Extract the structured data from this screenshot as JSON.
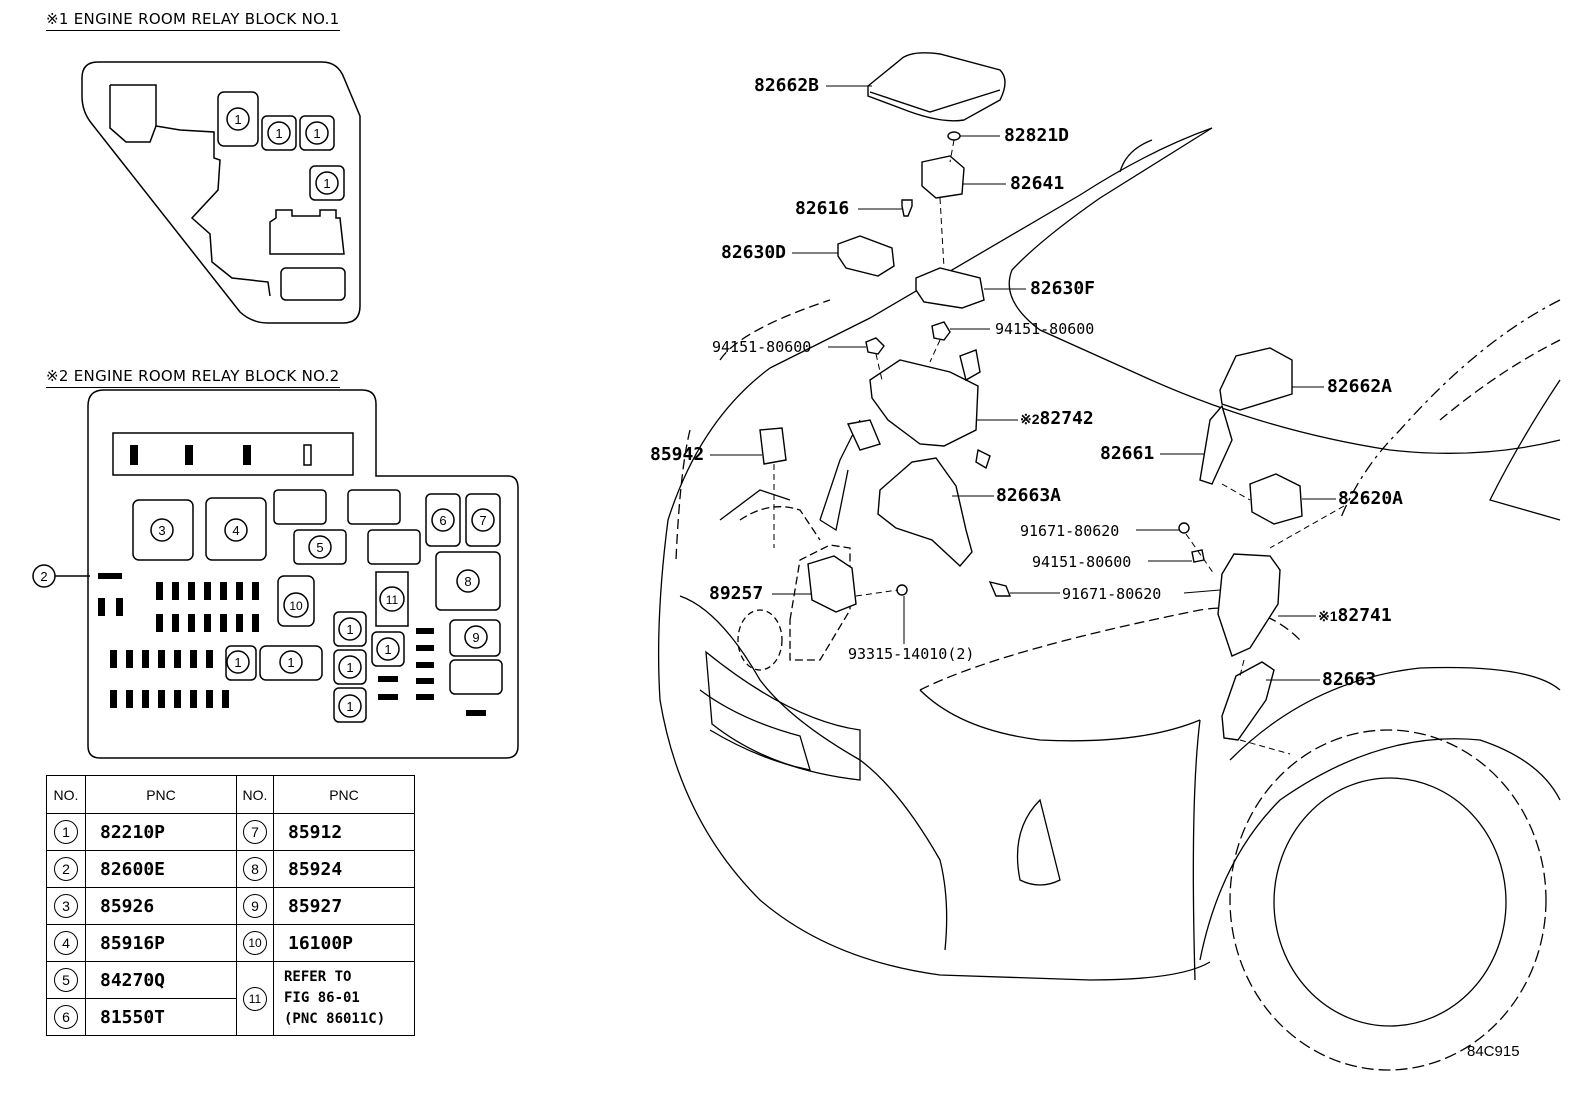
{
  "block1_title": "※1 ENGINE ROOM RELAY BLOCK NO.1",
  "block2_title": "※2 ENGINE ROOM RELAY BLOCK NO.2",
  "block1_numbers": [
    "1",
    "1",
    "1",
    "1"
  ],
  "block2_numbers": {
    "n3": "3",
    "n4": "4",
    "n5": "5",
    "n6": "6",
    "n7": "7",
    "n8": "8",
    "n9": "9",
    "n10": "10",
    "n11": "11",
    "n2": "2",
    "ones": [
      "1",
      "1",
      "1",
      "1",
      "1",
      "1"
    ]
  },
  "table": {
    "headers": [
      "NO.",
      "PNC",
      "NO.",
      "PNC"
    ],
    "left": [
      {
        "no": "1",
        "pnc": "82210P"
      },
      {
        "no": "2",
        "pnc": "82600E"
      },
      {
        "no": "3",
        "pnc": "85926"
      },
      {
        "no": "4",
        "pnc": "85916P"
      },
      {
        "no": "5",
        "pnc": "84270Q"
      },
      {
        "no": "6",
        "pnc": "81550T"
      }
    ],
    "right": [
      {
        "no": "7",
        "pnc": "85912"
      },
      {
        "no": "8",
        "pnc": "85924"
      },
      {
        "no": "9",
        "pnc": "85927"
      },
      {
        "no": "10",
        "pnc": "16100P"
      }
    ],
    "no11": "11",
    "refer": [
      "REFER TO",
      "FIG 86-01",
      "(PNC 86011C)"
    ]
  },
  "callouts": {
    "c82662B": "82662B",
    "c82821D": "82821D",
    "c82641": "82641",
    "c82616": "82616",
    "c82630D": "82630D",
    "c82630F": "82630F",
    "c94151a": "94151-80600",
    "c94151b": "94151-80600",
    "c82662A": "82662A",
    "c82742pre": "※2",
    "c82742": "82742",
    "c85942": "85942",
    "c82661": "82661",
    "c82663A": "82663A",
    "c82620A": "82620A",
    "c91671a": "91671-80620",
    "c94151c": "94151-80600",
    "c89257": "89257",
    "c91671b": "91671-80620",
    "c82741pre": "※1",
    "c82741": "82741",
    "c93315": "93315-14010(2)",
    "c82663": "82663"
  },
  "figure_code": "84C915"
}
